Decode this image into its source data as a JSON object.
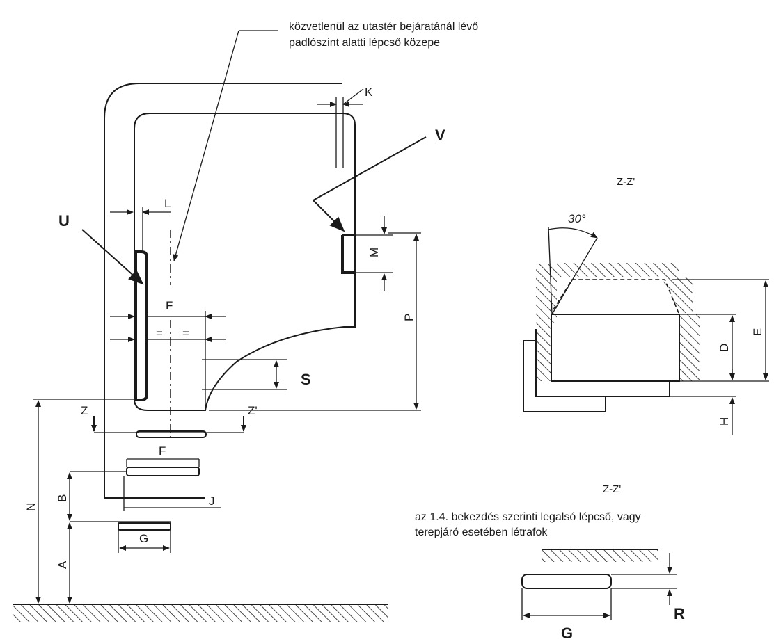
{
  "annotations": {
    "stair_center_line1": "közvetlenül az utastér bejáratánál lévő",
    "stair_center_line2": "padlószint alatti lépcső közepe",
    "lowest_step_line1": "az 1.4. bekezdés szerinti legalsó lépcső, vagy",
    "lowest_step_line2": "terepjáró esetében létrafok"
  },
  "labels": {
    "U": "U",
    "V": "V",
    "S": "S",
    "K": "K",
    "L": "L",
    "M": "M",
    "P": "P",
    "F_top": "F",
    "F_bottom": "F",
    "eq1": "=",
    "eq2": "=",
    "Z": "Z",
    "Zp": "Z'",
    "N": "N",
    "B": "B",
    "A": "A",
    "J": "J",
    "G_left": "G",
    "E": "E",
    "D": "D",
    "H": "H",
    "R": "R",
    "G_right": "G",
    "angle": "30°"
  },
  "sections": {
    "zz_top": "Z-Z'",
    "zz_bottom": "Z-Z'"
  }
}
